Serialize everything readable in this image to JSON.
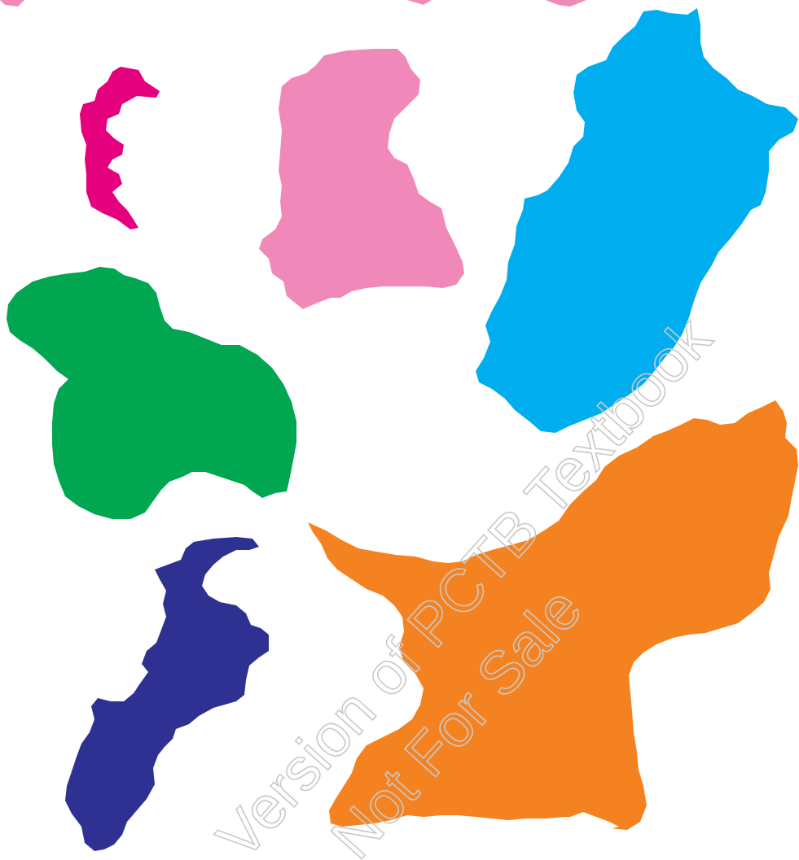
{
  "background": "#ffffff",
  "regions": [
    {
      "id": "pink-strip",
      "color": "#e5007e"
    },
    {
      "id": "light-pink",
      "color": "#f089ba"
    },
    {
      "id": "sky-blue",
      "color": "#00aeef"
    },
    {
      "id": "green",
      "color": "#00a650"
    },
    {
      "id": "navy",
      "color": "#2e3192"
    },
    {
      "id": "orange",
      "color": "#f58220"
    }
  ],
  "watermark": {
    "line1": "Version of PCTB Textbook",
    "line2": "Not For Sale",
    "color": "#c9c9c9"
  }
}
